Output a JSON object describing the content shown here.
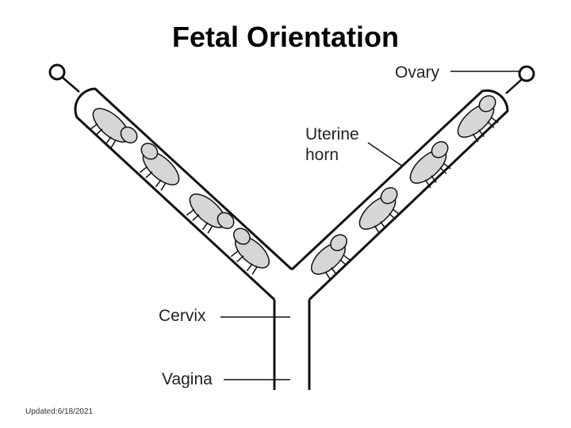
{
  "title": "Fetal Orientation",
  "labels": {
    "ovary": "Ovary",
    "uterine_horn_line1": "Uterine",
    "uterine_horn_line2": "horn",
    "cervix": "Cervix",
    "vagina": "Vagina"
  },
  "footer": "Updated:6/18/2021",
  "colors": {
    "fetus_fill": "#d6d6d6",
    "outline": "#111111"
  }
}
